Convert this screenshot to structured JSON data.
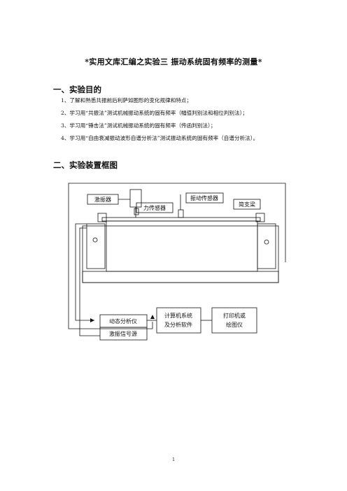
{
  "doc": {
    "title": "*实用文库汇编之实验三   振动系统固有频率的测量*",
    "section1": {
      "heading": "一、实验目的",
      "items": [
        "1、了解和熟悉共振前后利萨如图形的变化规律和特点；",
        "2、学习用“共振法”测试机械振动系统的固有频率（幅值判别法和相位判别法）；",
        "3、学习用“锤击法”测试机械振动系统的固有频率（传函判别法）；",
        "4、学习用“自由衰减振动波形自谱分析法”测试振动系统的固有频率（自谱分析法）。"
      ]
    },
    "section2": {
      "heading": "二、实验装置框图"
    },
    "diagram": {
      "exciter": "激振器",
      "force_sensor": "力传感器",
      "vibration_sensor": "振动传感器",
      "beam": "简支梁",
      "analyzer": "动态分析仪",
      "signal_source": "激振信号源",
      "computer_line1": "计算机系统",
      "computer_line2": "及分析软件",
      "printer_line1": "打印机或",
      "printer_line2": "绘图仪"
    },
    "page_number": "1"
  }
}
